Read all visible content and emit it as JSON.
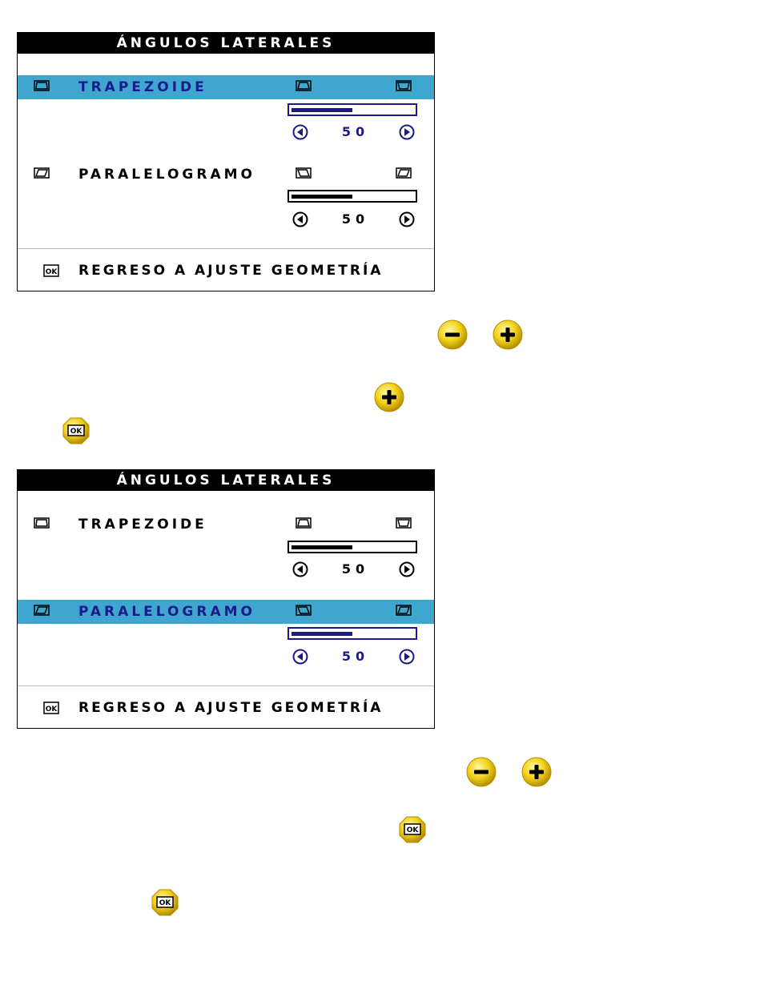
{
  "panel1": {
    "title": "ÁNGULOS LATERALES",
    "items": [
      {
        "label": "TRAPEZOIDE",
        "value": "50",
        "level": 0.5,
        "highlighted": true
      },
      {
        "label": "PARALELOGRAMO",
        "value": "50",
        "level": 0.5,
        "highlighted": false
      }
    ],
    "footer": "REGRESO A AJUSTE GEOMETRÍA",
    "ok_icon_text": "OK"
  },
  "panel2": {
    "title": "ÁNGULOS LATERALES",
    "items": [
      {
        "label": "TRAPEZOIDE",
        "value": "50",
        "level": 0.5,
        "highlighted": false
      },
      {
        "label": "PARALELOGRAMO",
        "value": "50",
        "level": 0.5,
        "highlighted": true
      }
    ],
    "footer": "REGRESO A AJUSTE GEOMETRÍA",
    "ok_icon_text": "OK"
  },
  "colors": {
    "highlight": "#3fa7cf",
    "selected_text": "#1a1a8c",
    "button_yellow": "#f2d21a",
    "title_bar": "#000000"
  },
  "icons": [
    "trapezoid-icon",
    "parallelogram-icon",
    "left-arrow-icon",
    "right-arrow-icon",
    "ok-icon",
    "minus-button-icon",
    "plus-button-icon",
    "ok-button-icon"
  ]
}
